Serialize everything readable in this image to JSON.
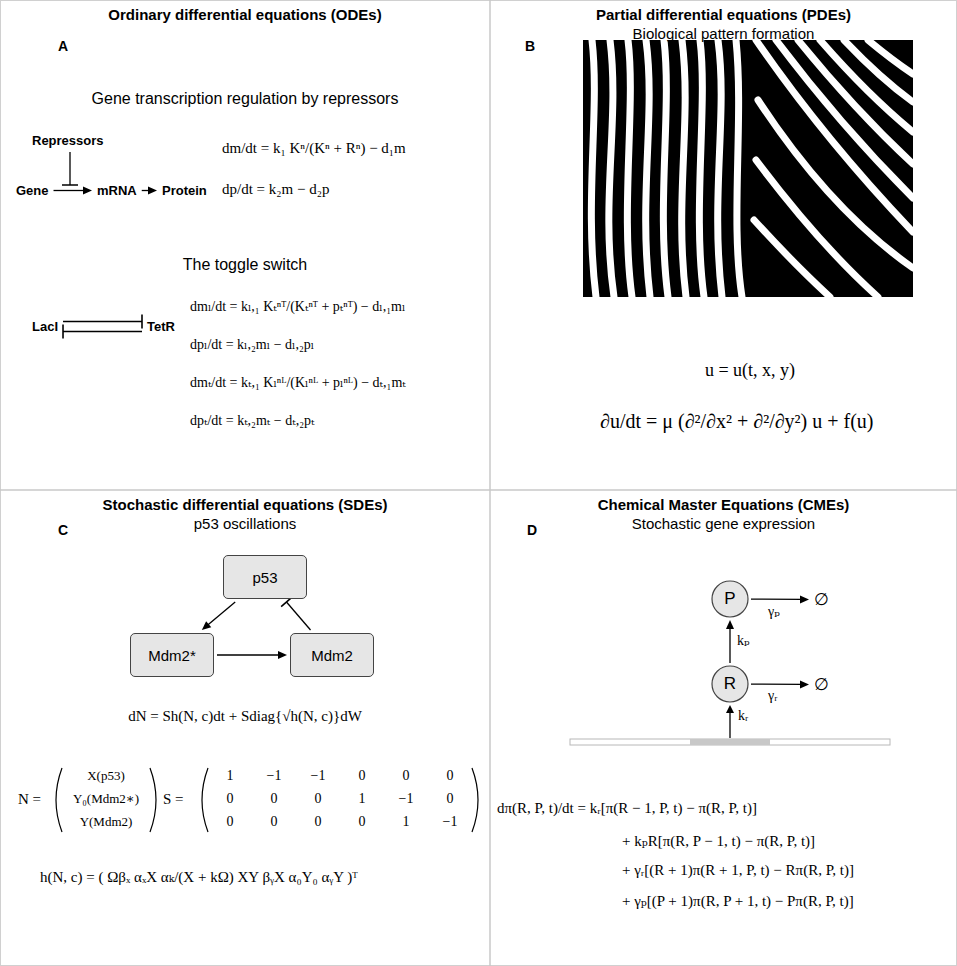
{
  "diagram": {
    "nodes": [
      {
        "text": [
          "Ordinary differential equations (ODEs)",
          "A"
        ]
      },
      {
        "text": [
          "Repressors"
        ],
        "in": 0
      },
      {
        "text": [
          "Gene"
        ],
        "in": 0
      },
      {
        "text": [
          "mRNA"
        ],
        "in": 0
      },
      {
        "text": [
          "Protein"
        ],
        "in": 0
      },
      {
        "text": [
          "LacI"
        ],
        "in": 0
      },
      {
        "text": [
          "TetR"
        ],
        "in": 0
      },
      {
        "text": [
          "Partial differential equations (PDEs)",
          "Biological pattern formation",
          "B"
        ]
      },
      {
        "text": [
          "Stochastic differential equations (SDEs)",
          "p53 oscillations",
          "C"
        ]
      },
      {
        "text": [
          "p53"
        ],
        "in": 8
      },
      {
        "text": [
          "Mdm2*"
        ],
        "in": 8
      },
      {
        "text": [
          "Mdm2"
        ],
        "in": 8
      },
      {
        "text": [
          "Chemical Master Equations (CMEs)",
          "Stochastic gene expression",
          "D"
        ]
      },
      {
        "text": [
          "P"
        ],
        "in": 12
      },
      {
        "text": [
          "∅"
        ],
        "in": 12
      },
      {
        "text": [
          "R"
        ],
        "in": 12
      },
      {
        "text": [
          "∅"
        ],
        "in": 12
      }
    ],
    "edges": [
      {
        "from": 2,
        "to": 3,
        "arrow": "to"
      },
      {
        "from": 3,
        "to": 4,
        "arrow": "to"
      },
      {
        "from": 5,
        "to": 6,
        "arrow": "to"
      },
      {
        "from": 6,
        "to": 5,
        "arrow": "to"
      },
      {
        "from": 9,
        "to": 10,
        "arrow": "to"
      },
      {
        "from": 10,
        "to": 11,
        "arrow": "to"
      },
      {
        "from": 11,
        "to": 9,
        "arrow": "to"
      },
      {
        "from": 13,
        "to": 14,
        "arrow": "to",
        "label": "γₚ"
      },
      {
        "from": 15,
        "to": 16,
        "arrow": "to",
        "label": "γᵣ"
      },
      {
        "from": 15,
        "to": 13,
        "arrow": "to",
        "label": "kₚ"
      }
    ],
    "labels": [
      "Gene transcription regulation by repressors",
      "dm/dt = k₁ Kⁿ/(Kⁿ + Rⁿ) − d₁m",
      "dp/dt = k₂m − d₂p",
      "The toggle switch",
      "dmₗ/dt = kₗ,₁ Kₜⁿᵀ/(Kₜⁿᵀ + pₜⁿᵀ) − dₗ,₁mₗ",
      "dpₗ/dt = kₗ,₂mₗ − dₗ,₂pₗ",
      "dmₜ/dt = kₜ,₁ Kₗⁿᴸ/(Kₗⁿᴸ + pₗⁿᴸ) − dₜ,₁mₜ",
      "dpₜ/dt = kₜ,₂mₜ − dₜ,₂pₜ",
      "u = u(t, x, y)",
      "∂u/dt = μ (∂²/∂x² + ∂²/∂y²) u + f(u)",
      "dN = Sh(N, c)dt + Sdiag{√h(N, c)}dW",
      "N =",
      "X(p53)",
      "Y₀(Mdm2∗)",
      "Y(Mdm2)",
      "S =",
      "1",
      "−1",
      "−1",
      "0",
      "0",
      "0",
      "0",
      "0",
      "0",
      "1",
      "−1",
      "0",
      "0",
      "0",
      "0",
      "0",
      "1",
      "−1",
      "h(N, c) = ( Ωβₓ  αₓX  αₖ/(X + kΩ) XY  βᵧX  α₀Y₀  αᵧY )ᵀ",
      "kᵣ",
      "dπ(R, P, t)/dt = kᵣ[π(R − 1, P, t) − π(R, P, t)]",
      "+ kₚR[π(R, P − 1, t) − π(R, P, t)]",
      "+ γᵣ[(R + 1)π(R + 1, P, t) − Rπ(R, P, t)]",
      "+ γₚ[(P + 1)π(R, P + 1, t) − Pπ(R, P, t)]"
    ]
  }
}
